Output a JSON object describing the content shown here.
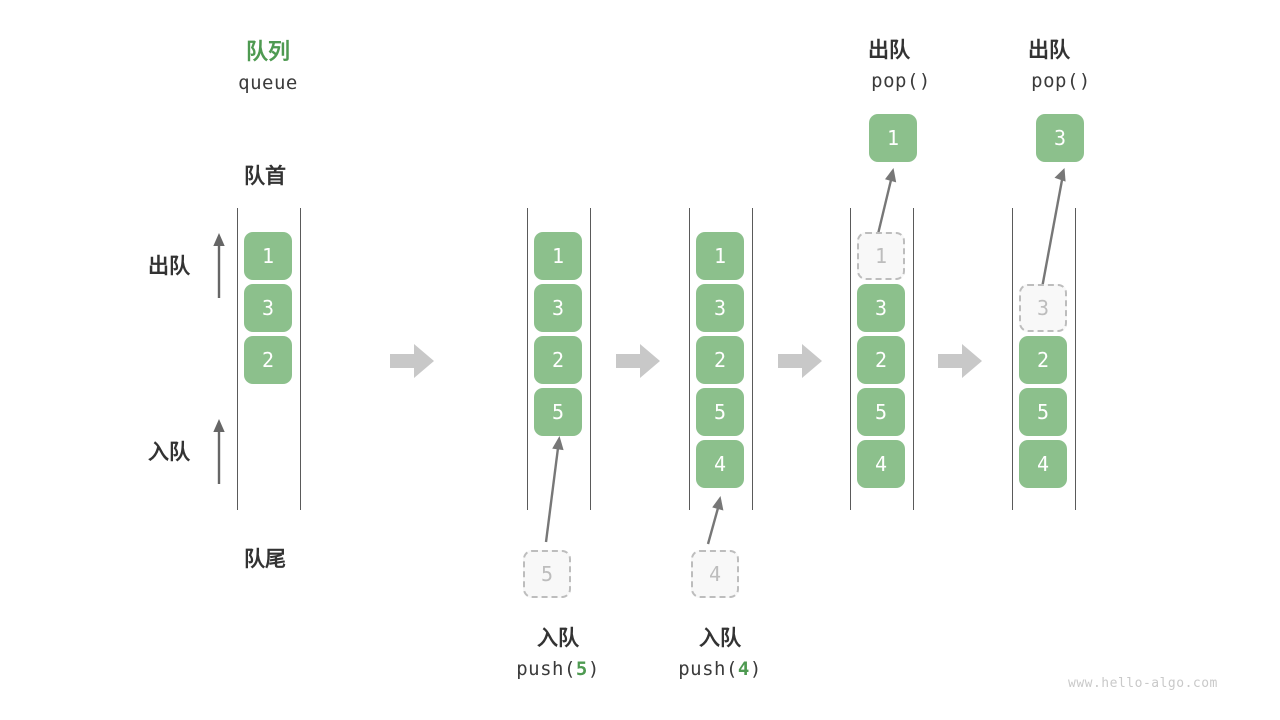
{
  "meta": {
    "watermark": "www.hello-algo.com",
    "colors": {
      "element_fill": "#8cc08c",
      "element_text": "#ffffff",
      "ghost_border": "#bdbdbd",
      "ghost_text": "#bdbdbd",
      "rail": "#5a5a5a",
      "separator_arrow": "#c8c8c8",
      "accent_green": "#4e9a51",
      "label_text": "#333333"
    }
  },
  "header": {
    "title_cn": "队列",
    "title_en": "queue"
  },
  "side_labels": {
    "front_cn": "队首",
    "rear_cn": "队尾",
    "pop_cn": "出队",
    "push_cn": "入队"
  },
  "operations": {
    "push_cn": "入队",
    "pop_cn": "出队",
    "push_call_prefix": "push(",
    "push_call_suffix": ")",
    "pop_call": "pop()"
  },
  "stages": [
    {
      "id": "stage-initial",
      "caption_cn": "",
      "caption_code": "",
      "items": [
        "1",
        "3",
        "2"
      ],
      "ghost_slots": []
    },
    {
      "id": "stage-push-5",
      "caption_cn": "入队",
      "caption_code_prefix": "push(",
      "caption_code_arg": "5",
      "caption_code_suffix": ")",
      "incoming_value": "5",
      "items": [
        "1",
        "3",
        "2",
        "5"
      ],
      "ghost_slots": []
    },
    {
      "id": "stage-push-4",
      "caption_cn": "入队",
      "caption_code_prefix": "push(",
      "caption_code_arg": "4",
      "caption_code_suffix": ")",
      "incoming_value": "4",
      "items": [
        "1",
        "3",
        "2",
        "5",
        "4"
      ],
      "ghost_slots": []
    },
    {
      "id": "stage-pop-1",
      "caption_cn": "出队",
      "caption_code": "pop()",
      "outgoing_value": "1",
      "ghost_value": "1",
      "items": [
        "3",
        "2",
        "5",
        "4"
      ]
    },
    {
      "id": "stage-pop-3",
      "caption_cn": "出队",
      "caption_code": "pop()",
      "outgoing_value": "3",
      "ghost_value": "3",
      "items": [
        "2",
        "5",
        "4"
      ]
    }
  ],
  "separators": [
    "arrow-right-icon",
    "arrow-right-icon",
    "arrow-right-icon",
    "arrow-right-icon"
  ]
}
